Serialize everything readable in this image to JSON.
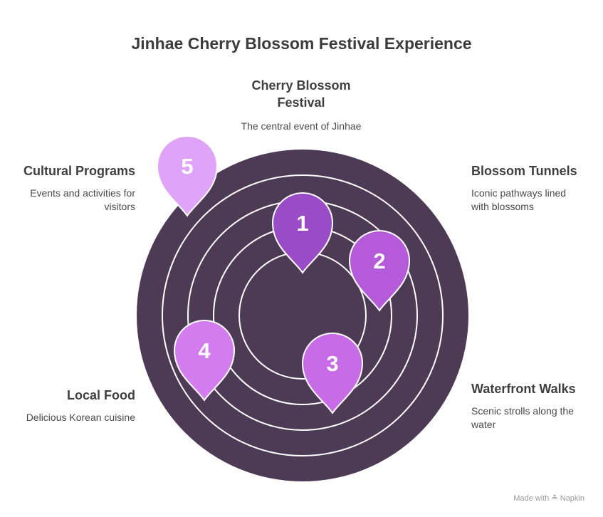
{
  "title": "Jinhae Cherry Blossom Festival Experience",
  "center": {
    "heading_line1": "Cherry Blossom",
    "heading_line2": "Festival",
    "desc": "The central event of Jinhae"
  },
  "items": [
    {
      "number": "1",
      "color": "#9a4cc6"
    },
    {
      "number": "2",
      "color": "#b55ad8",
      "heading": "Blossom Tunnels",
      "desc_line1": "Iconic pathways lined",
      "desc_line2": "with blossoms"
    },
    {
      "number": "3",
      "color": "#c76be6",
      "heading": "Waterfront Walks",
      "desc_line1": "Scenic strolls along the",
      "desc_line2": "water"
    },
    {
      "number": "4",
      "color": "#d27cf0",
      "heading": "Local Food",
      "desc_line1": "Delicious Korean cuisine"
    },
    {
      "number": "5",
      "color": "#dfa3f7",
      "heading": "Cultural Programs",
      "desc_line1": "Events and activities for",
      "desc_line2": "visitors"
    }
  ],
  "colors": {
    "disc": "#4d3a55",
    "rings": "#ffffff"
  },
  "watermark": {
    "text": "Made with",
    "brand": "Napkin",
    "logo_icon": "napkin-logo-icon"
  }
}
